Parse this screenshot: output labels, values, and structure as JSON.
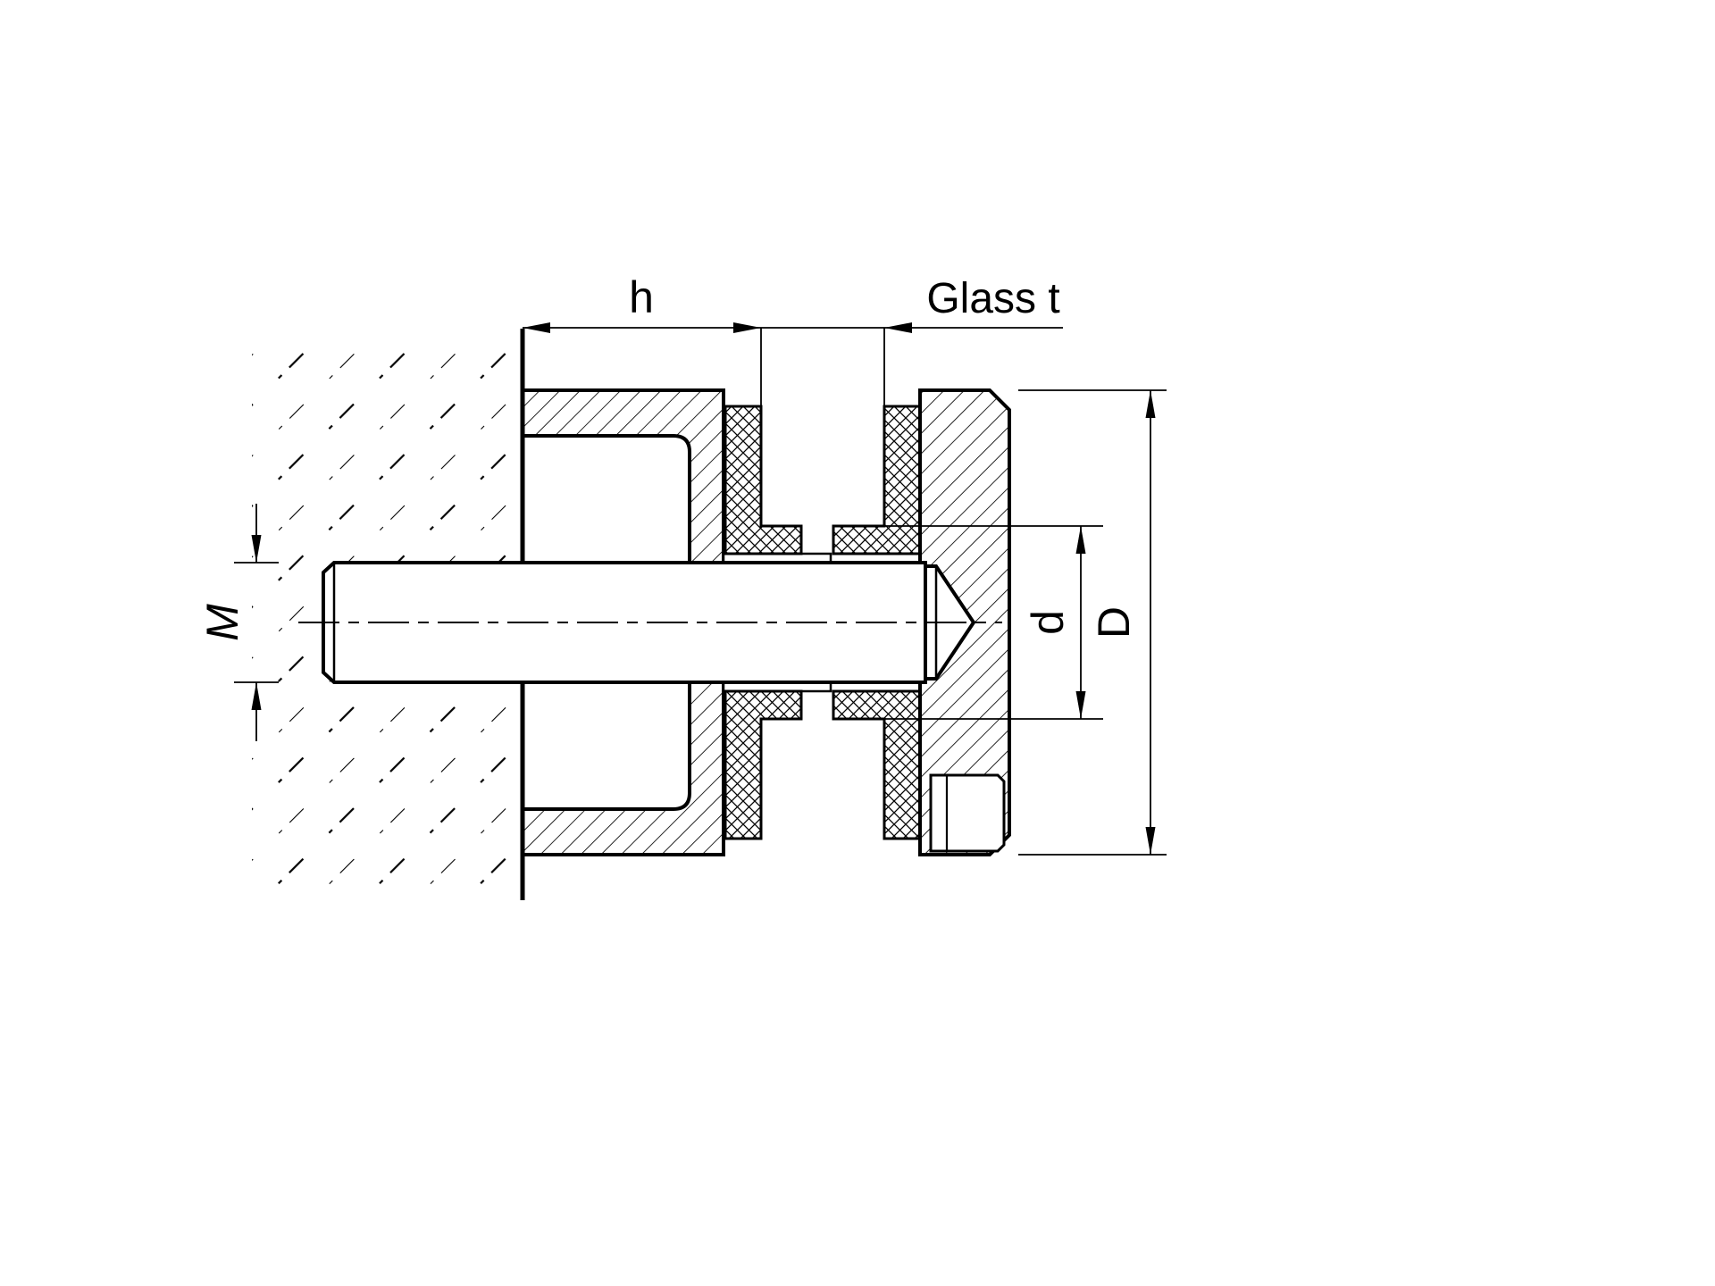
{
  "drawing": {
    "background_color": "#ffffff",
    "line_color": "#000000",
    "labels": {
      "h": "h",
      "glass_t": "Glass t",
      "m": "M",
      "d": "d",
      "d_upper": "D"
    }
  }
}
